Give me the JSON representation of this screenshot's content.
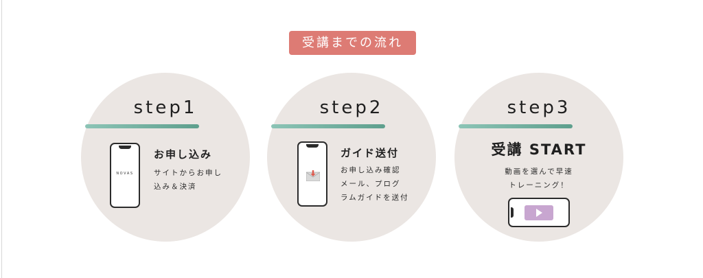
{
  "title": "受講までの流れ",
  "steps": [
    {
      "label": "step1",
      "heading": "お申し込み",
      "description": [
        "サイトからお申し",
        "込み＆決済"
      ],
      "logo": "NOVAS"
    },
    {
      "label": "step2",
      "heading": "ガイド送付",
      "description": [
        "お申し込み確認",
        "メール、プログ",
        "ラムガイドを送付"
      ]
    },
    {
      "label": "step3",
      "heading": "受講 START",
      "description": [
        "動画を選んで早速",
        "トレーニング！"
      ]
    }
  ],
  "colors": {
    "badge": "#dd7b74",
    "circle": "#ebe6e3",
    "bar": "#6aa99a",
    "play": "#c8a6d0"
  },
  "icons": [
    "smartphone-icon",
    "mail-icon",
    "play-icon"
  ]
}
